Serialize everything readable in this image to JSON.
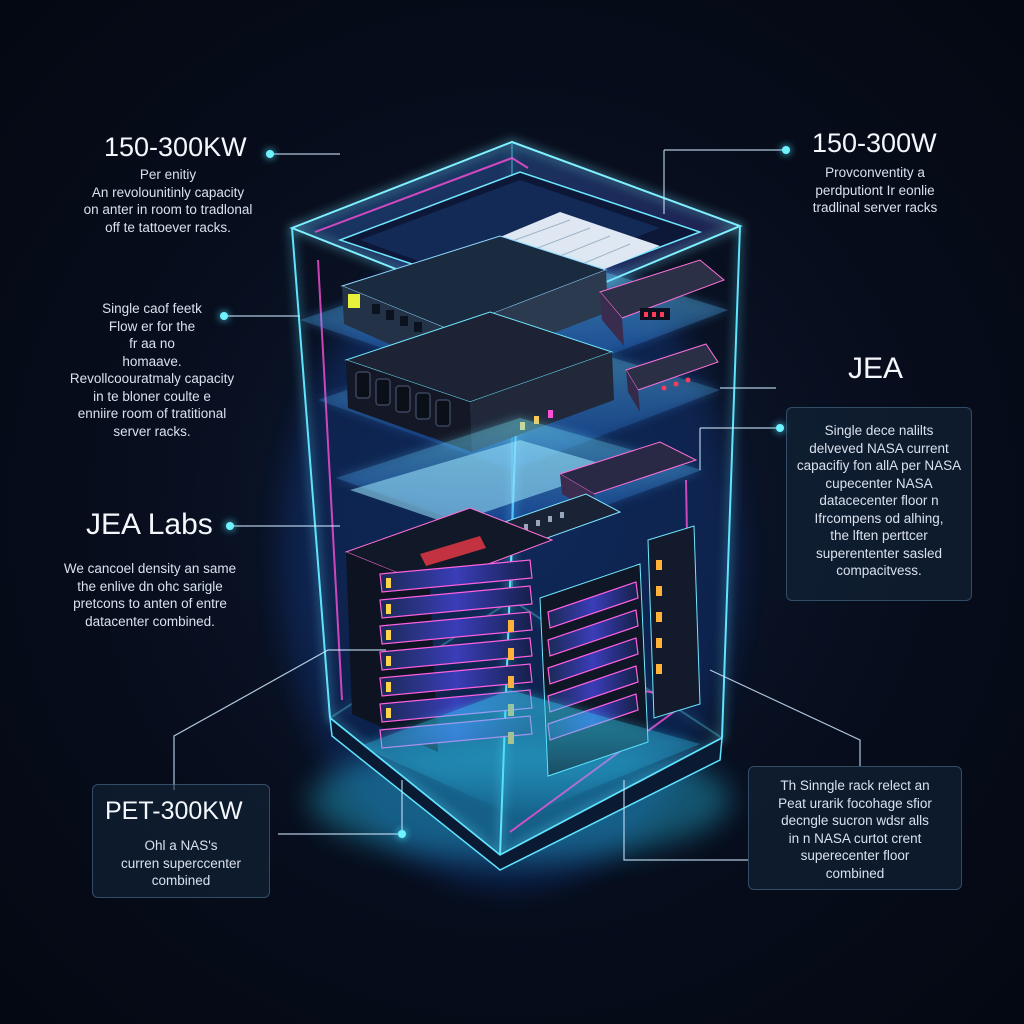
{
  "callouts": {
    "top_left": {
      "title": "150-300KW",
      "lines": [
        "Per enitiy",
        "An revolounitinly capacity",
        "on anter in room to tradlonal",
        "off te tattoever racks."
      ]
    },
    "mid_left": {
      "lines": [
        "Single caof feetk",
        "Flow er for the",
        "fr aa no",
        "homaave.",
        "Revollcoouratmaly capacity",
        "in te bloner coulte e",
        "enniire room of tratitional",
        "server racks."
      ]
    },
    "jea_labs": {
      "title": "JEA Labs",
      "lines": [
        "We cancoel density an same",
        "the enlive dn ohc sarigle",
        "pretcons to anten of entre",
        "datacenter combined."
      ]
    },
    "bottom_left": {
      "title": "PET-300KW",
      "lines": [
        "Ohl a NAS's",
        "curren superccenter",
        "combined"
      ]
    },
    "top_right": {
      "title": "150-300W",
      "lines": [
        "Provconventity a",
        "perdputiont Ir eonlie",
        "tradlinal server racks"
      ]
    },
    "jea": {
      "title": "JEA",
      "lines": [
        "Single dece nalilts",
        "delveved NASA current",
        "capacifiy fon allA per NASA",
        "cupecenter NASA",
        "datacecenter floor n",
        "Ifrcompens od alhing,",
        "the lften perttcer",
        "superententer sasled",
        "compacitvess."
      ]
    },
    "bottom_right": {
      "lines": [
        "Th Sinngle rack relect an",
        "Peat urarik focohage sfior",
        "decngle sucron wdsr alls",
        "in n NASA curtot crent",
        "superecenter floor",
        "combined"
      ]
    }
  },
  "colors": {
    "accent_cyan": "#4fe8ff",
    "accent_magenta": "#ff4fd8",
    "background": "#070d1c"
  },
  "icons": [
    "server-rack-illustration",
    "connector-dot"
  ]
}
